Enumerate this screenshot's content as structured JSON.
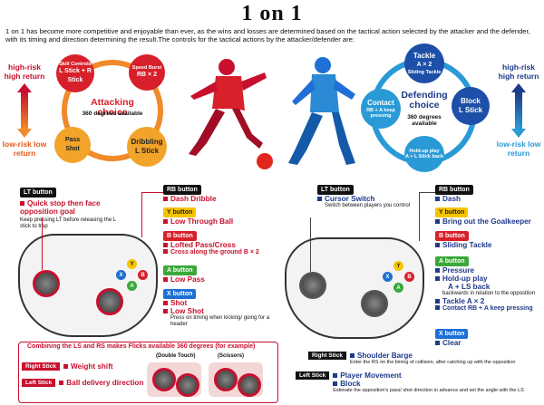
{
  "title": "1 on 1",
  "intro": "1 on 1 has become more competitive and enjoyable than ever, as the wins and losses are determined based on the tactical action selected by the attacker and the defender, with its timing and direction determining the result.The controls for the tactical actions by the attacker/defender are:",
  "risk": {
    "high": "high-risk high return",
    "low": "low-risk low return"
  },
  "attack": {
    "title": "Attacking choice",
    "sub": "360 degrees available",
    "skill_label": "Skill Controls",
    "skill_value": "L Stick + R Stick",
    "speed_label": "Speed Burst",
    "speed_value": "RB × 2",
    "pass": "Pass",
    "shot": "Shot",
    "dribble_title": "Dribbling",
    "dribble_value": "L Stick"
  },
  "defend": {
    "title": "Defending choice",
    "sub": "360 degrees available",
    "tackle": "Tackle",
    "tackle_value": "A × 2",
    "sliding": "Sliding Tackle",
    "block": "Block",
    "block_value": "L Stick",
    "contact": "Contact",
    "contact_note": "RB + A keep pressing",
    "holdup": "Hold-up play",
    "holdup_value": "A + L Stick back"
  },
  "left_controls": {
    "lt_button": "LT button",
    "lt_action": "Quick stop then face opposition goal",
    "lt_note": "Keep pressing LT before releasing the L stick to trap",
    "rb_button": "RB button",
    "rb_action": "Dash Dribble",
    "y_button": "Y button",
    "y_action": "Low Through Ball",
    "b_button": "B button",
    "b_action1": "Lofted Pass/Cross",
    "b_action2": "Cross along the ground B × 2",
    "a_button": "A button",
    "a_action": "Low Pass",
    "x_button": "X button",
    "x_action1": "Shot",
    "x_action2": "Low Shot",
    "x_note": "Press on timing when kicking/ going for a header",
    "flicks": "Combining the LS and RS makes Flicks available 360 degrees (for example)",
    "right_stick": "Right Stick",
    "right_action": "Weight shift",
    "left_stick": "Left Stick",
    "left_action": "Ball delivery direction",
    "double_touch": "(Double Touch)",
    "scissors": "(Scissors)"
  },
  "right_controls": {
    "lt_button": "LT button",
    "lt_action": "Cursor Switch",
    "lt_note": "Switch between players you control",
    "rb_button": "RB button",
    "rb_action": "Dash",
    "y_button": "Y button",
    "y_action": "Bring out the Goalkeeper",
    "b_button": "B button",
    "b_action": "Sliding Tackle",
    "a_button": "A button",
    "a_action1": "Pressure",
    "a_action2": "Hold-up play",
    "a_action3": "A + LS back",
    "a_note": "backwards in relation to the opposition",
    "a_action4": "Tackle A × 2",
    "a_action5": "Contact RB + A keep pressing",
    "x_button": "X button",
    "x_action": "Clear",
    "right_stick": "Right Stick",
    "rs_action": "Shoulder Barge",
    "rs_note": "Enter the RS on the timing of collision, after catching up with the opposition",
    "left_stick": "Left Stick",
    "ls_action1": "Player Movement",
    "ls_action2": "Block",
    "ls_note": "Estimate the opposition's pass/ shot direction in advance and set the angle with the LS"
  },
  "colors": {
    "attack": "#d8202a",
    "attack_orange": "#f2a42a",
    "defend": "#1e4fa8",
    "defend_cyan": "#2a9ad6"
  }
}
